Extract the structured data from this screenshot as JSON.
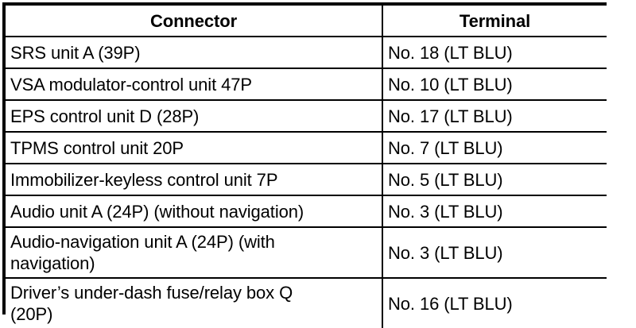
{
  "table": {
    "name": "connector-terminal-table",
    "columns": [
      {
        "key": "connector",
        "label": "Connector"
      },
      {
        "key": "terminal",
        "label": "Terminal"
      }
    ],
    "rows": [
      {
        "connector": "SRS unit A (39P)",
        "terminal": "No. 18 (LT BLU)",
        "lines": 1
      },
      {
        "connector": "VSA modulator-control unit 47P",
        "terminal": "No. 10 (LT BLU)",
        "lines": 1
      },
      {
        "connector": "EPS control unit D (28P)",
        "terminal": "No. 17 (LT BLU)",
        "lines": 1
      },
      {
        "connector": "TPMS control unit 20P",
        "terminal": "No. 7 (LT BLU)",
        "lines": 1
      },
      {
        "connector": "Immobilizer-keyless control unit 7P",
        "terminal": "No. 5 (LT BLU)",
        "lines": 1
      },
      {
        "connector": "Audio unit A (24P) (without navigation)",
        "terminal": "No. 3 (LT BLU)",
        "lines": 1
      },
      {
        "connector": "Audio-navigation unit A (24P) (with\nnavigation)",
        "terminal": "No. 3 (LT BLU)",
        "lines": 2
      },
      {
        "connector": "Driver’s under-dash fuse/relay box Q\n(20P)",
        "terminal": "No. 16 (LT BLU)",
        "lines": 2
      }
    ]
  },
  "colors": {
    "background": "#ffffff",
    "text": "#000000",
    "border": "#000000"
  }
}
